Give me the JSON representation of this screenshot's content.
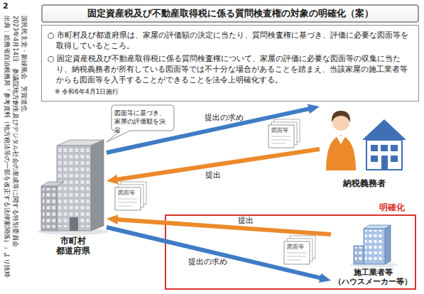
{
  "diagram": {
    "title": "固定資産税及び不動産取得税に係る質問検査権の対象の明確化（案）",
    "nodes": [
      {
        "text": [
          "○ 市町村及び都道府県は、家屋の評価額の決定に当たり、質問検査権に基づき、評価に必要な図面等を取得しているところ。",
          "○ 固定資産税及び不動産取得税に係る質問検査権について、家屋の評価に必要な図面等の収集に当たり、納税義務者が所有している図面等では不十分な場合があることを踏まえ、当該家屋の施工業者等からも図面等を入手することができることを法令上明確化する。",
          "※ 令和6年4月1日施行"
        ]
      },
      {
        "text": [
          "図面等に基づき、家屋の評価額を決定"
        ]
      },
      {
        "text": [
          "市町村 都道府県"
        ]
      },
      {
        "text": [
          "図面等"
        ]
      },
      {
        "text": [
          "図面等"
        ]
      },
      {
        "text": [
          "納税義務者"
        ]
      },
      {
        "text": [
          "明確化"
        ]
      },
      {
        "text": [
          "図面等"
        ],
        "in": 6
      },
      {
        "text": [
          "施工業者等 （ハウスメーカー等）"
        ],
        "in": 6
      }
    ],
    "edges": [
      {
        "from": 2,
        "to": 5,
        "label": "提出の求め",
        "arrow": "to"
      },
      {
        "from": 5,
        "to": 2,
        "label": "提出",
        "arrow": "to"
      },
      {
        "from": 8,
        "to": 2,
        "label": "提出",
        "arrow": "to"
      },
      {
        "from": 2,
        "to": 8,
        "label": "提出の求め",
        "arrow": "to"
      }
    ],
    "labels": [
      "2",
      "出典：総務省自治税務局「参考資料（地方税法等の一部を改正する法律案関係）」より抜粋",
      "2023年4月14日　参議院地方創生及びデジタル社会の形成等に関する特別委員会",
      "国民民主党・新緑風会　芳賀道也"
    ]
  }
}
